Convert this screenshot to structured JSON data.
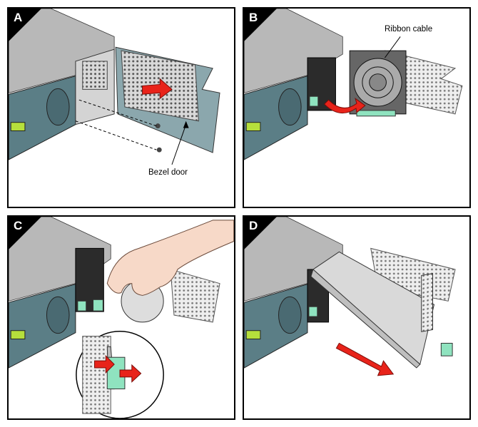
{
  "panels": [
    {
      "id": "A",
      "callout": "Bezel door"
    },
    {
      "id": "B",
      "callout": "Ribbon cable"
    },
    {
      "id": "C"
    },
    {
      "id": "D"
    }
  ],
  "colors": {
    "arrow_red": "#e8231a",
    "latch_green": "#8fe3bf",
    "bezel_teal": "#5b7e86",
    "lcd_green": "#b6df3c",
    "chassis_gray": "#c9c9c9",
    "skin": "#f7d9c8"
  }
}
